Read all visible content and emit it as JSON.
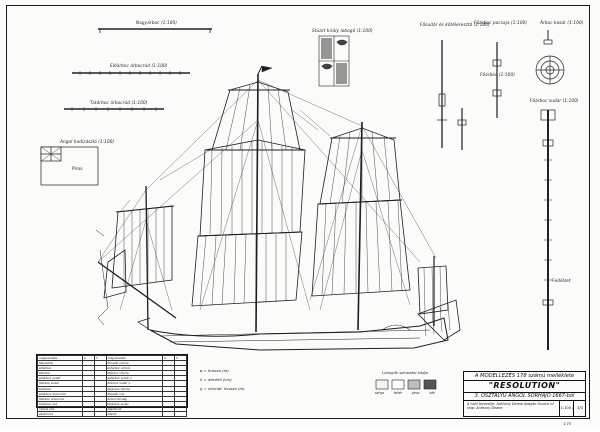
{
  "labels": {
    "mainmast_yard": "Nagyárboc (1:100)",
    "foremast_yard": "Előárboc árbocrúd (1:100)",
    "mizzen_yard": "Tatárboc árbocrúd (1:100)",
    "english_flag": "Angol hadizászló (1:100)",
    "flag_caption": "Piros",
    "coat_of_arms": "Stuart király lobogó (1:100)",
    "bowsprit_detail": "Fősudár és kötéleresztő (1:100)",
    "cannon_detail": "Főárboc pocsaja (1:100)",
    "top_detail": "Árboc kosár (1:100)",
    "mast_detail": "Főárboc (1:100)",
    "topmast_detail": "Főárboc sudár (1:100)",
    "yard_end": "Fedélzet"
  },
  "title_block": {
    "header": "A MODELLEZÉS 178 számú melléklete",
    "ship_name": "\"RESOLUTION\"",
    "subtitle": "3. OSZTÁLYÚ ANGOL SORHAJÓ 1667-ből",
    "notes": "A hajó tervezője, Anthony Deane alapján  Source of ship: Anthony Deane",
    "scale": "1:100 / 1:75",
    "page": "3/3"
  },
  "table": {
    "header": [
      "megnevezés",
      "ø",
      "h",
      "megnevezés",
      "ø",
      "h"
    ],
    "rows": [
      [
        "fősudárfa",
        "",
        "",
        "fősudár vitorla",
        "",
        ""
      ],
      [
        "előárboc",
        "",
        "",
        "előárboc vitorla",
        "",
        ""
      ],
      [
        "főárboc",
        "",
        "",
        "főárboc vitorla",
        "",
        ""
      ],
      [
        "előárboc sudár",
        "",
        "",
        "előárboc sudár v.",
        "",
        ""
      ],
      [
        "főárboc sudár",
        "",
        "",
        "főárboc sudár v.",
        "",
        ""
      ],
      [
        "tatárboc",
        "",
        "",
        "tatárboc vitorla",
        "",
        ""
      ],
      [
        "előárboc árbocrúd",
        "",
        "",
        "fősudár rúd",
        "",
        ""
      ],
      [
        "főárboc árbocrúd",
        "",
        "",
        "árbocrúd vég",
        "",
        ""
      ],
      [
        "tatárboc rúd",
        "",
        "",
        "tatárboc sudár",
        "",
        ""
      ],
      [
        "vitorla rúd",
        "",
        "",
        "zászlórúd",
        "",
        ""
      ],
      [
        "zászlórúd",
        "",
        "",
        "zászló",
        "",
        ""
      ]
    ]
  },
  "legend": [
    "ø = hossza (m)",
    "h = átmérő (cm)",
    "g = vitorlaf. hossza (m)"
  ],
  "scale_bar": {
    "title": "Lobogók színezési kódja",
    "colors": [
      "sárga",
      "fehér",
      "piros",
      "kék"
    ]
  },
  "colors": {
    "line": "#1e1e1e",
    "paper": "#fbfbf9",
    "flag_red": "#cfcfcf"
  }
}
